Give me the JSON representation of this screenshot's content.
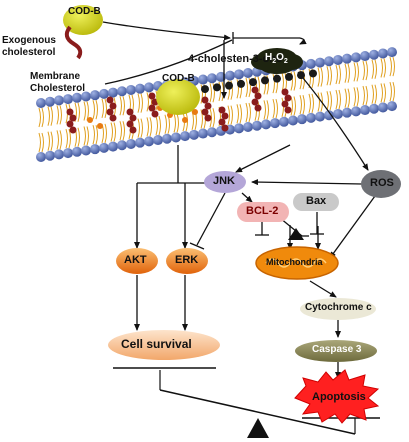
{
  "labels": {
    "codb_top": "COD-B",
    "codb_membrane": "COD-B",
    "exogenous_line1": "Exogenous",
    "exogenous_line2": "cholesterol",
    "membrane_line1": "Membrane",
    "membrane_line2": "Cholesterol",
    "cholestenone": "4-cholesten-3-one",
    "h2o2_main": "H",
    "h2o2_sub1": "2",
    "h2o2_o": "O",
    "h2o2_sub2": "2",
    "ros": "ROS",
    "jnk": "JNK",
    "bcl2": "BCL-2",
    "bax": "Bax",
    "akt": "AKT",
    "erk": "ERK",
    "mitochondria": "Mitochondria",
    "cytochrome": "Cytochrome c",
    "caspase": "Caspase 3",
    "apoptosis": "Apoptosis",
    "cell_survival": "Cell survival"
  },
  "icons": [
    "balance-fulcrum-icon",
    "explosion-icon",
    "lipid-bilayer-icon"
  ],
  "colors": {
    "codb": "#d6d40e",
    "h2o2": "#1e2410",
    "ros": "#6e7075",
    "jnk": "#b4a6d8",
    "bcl2": "#f2b4b4",
    "bax": "#c9c9c9",
    "akt": "#f07a14",
    "erk": "#f07a14",
    "mitochondria": "#f08a0c",
    "cytochrome": "#ebe8d6",
    "caspase": "#8a874f",
    "apoptosis": "#ff2020",
    "cell_survival": "#f7c59a",
    "lipid_head": "#5a70b5",
    "lipid_tail": "#e0a020",
    "cholesterol": "#8a1c1c"
  }
}
